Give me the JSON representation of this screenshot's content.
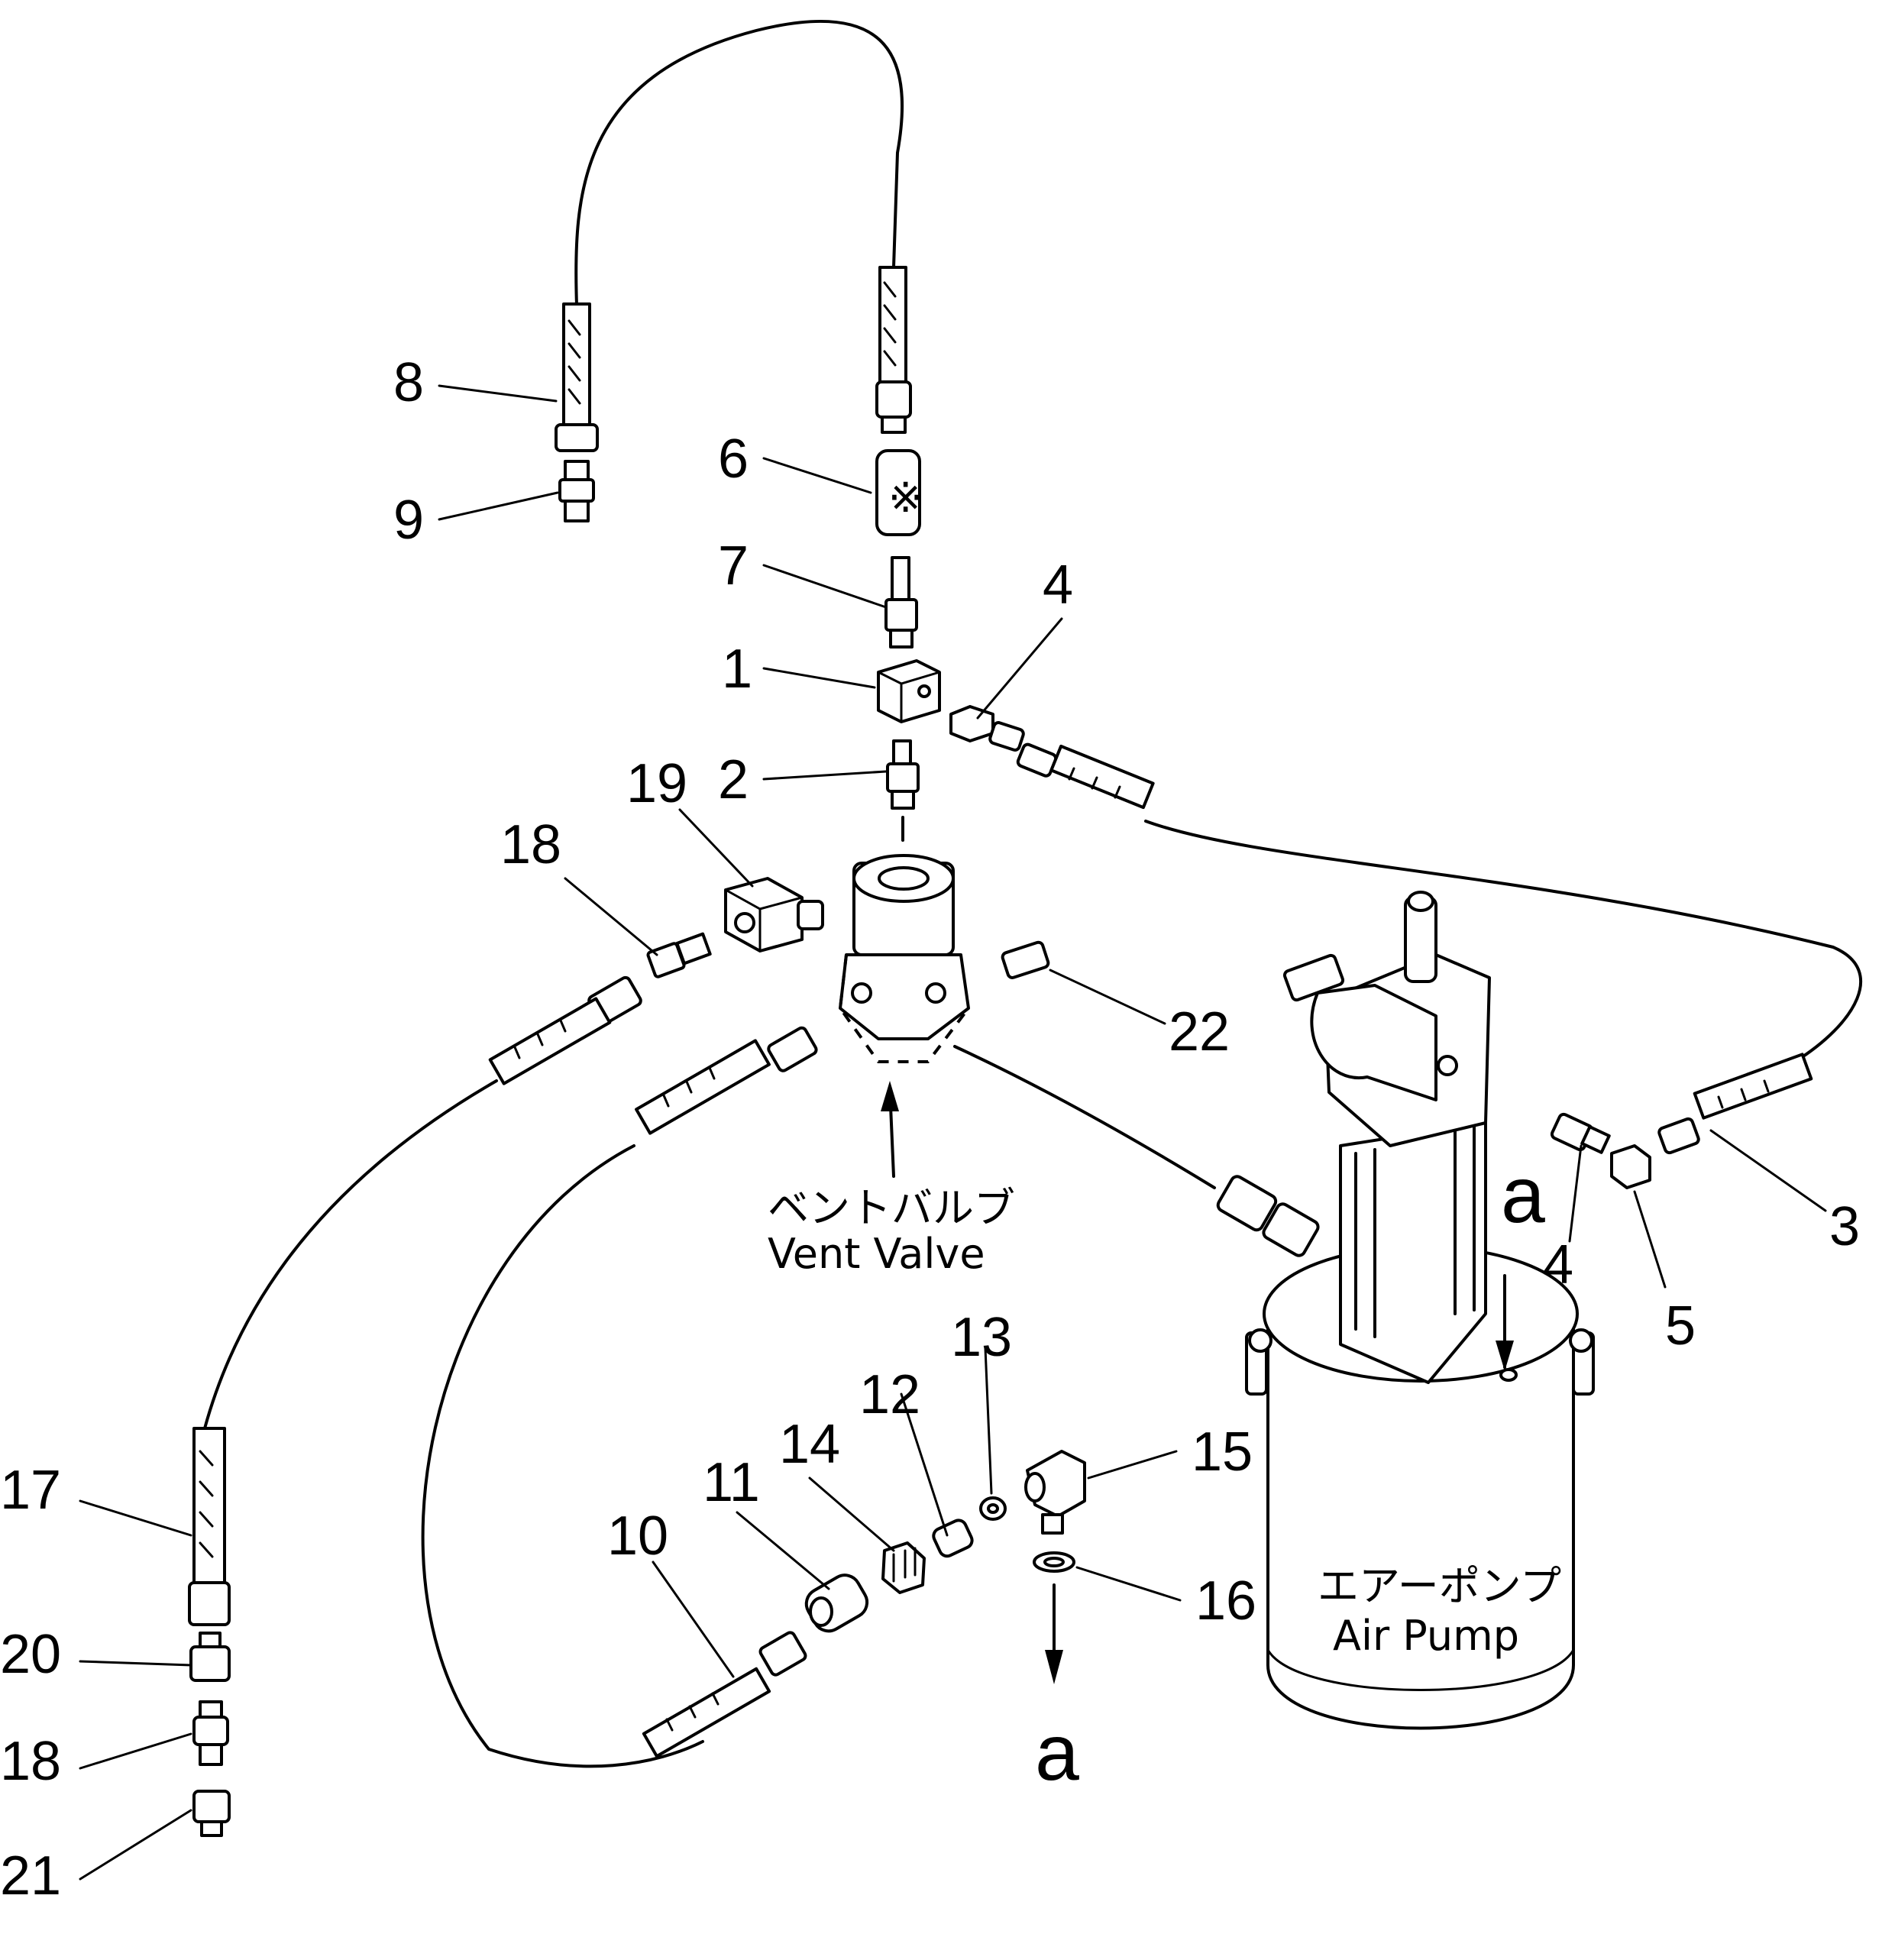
{
  "part_numbers": [
    "1",
    "2",
    "3",
    "4",
    "4",
    "5",
    "6",
    "7",
    "8",
    "9",
    "10",
    "11",
    "12",
    "13",
    "14",
    "15",
    "16",
    "17",
    "18",
    "18",
    "19",
    "20",
    "21",
    "22"
  ],
  "vent_valve": {
    "label_jp": "ベントバルブ",
    "label_en": "Vent Valve"
  },
  "air_pump": {
    "label_jp": "エアーポンプ",
    "label_en": "Air Pump"
  },
  "reference_marks": [
    "a",
    "a"
  ]
}
